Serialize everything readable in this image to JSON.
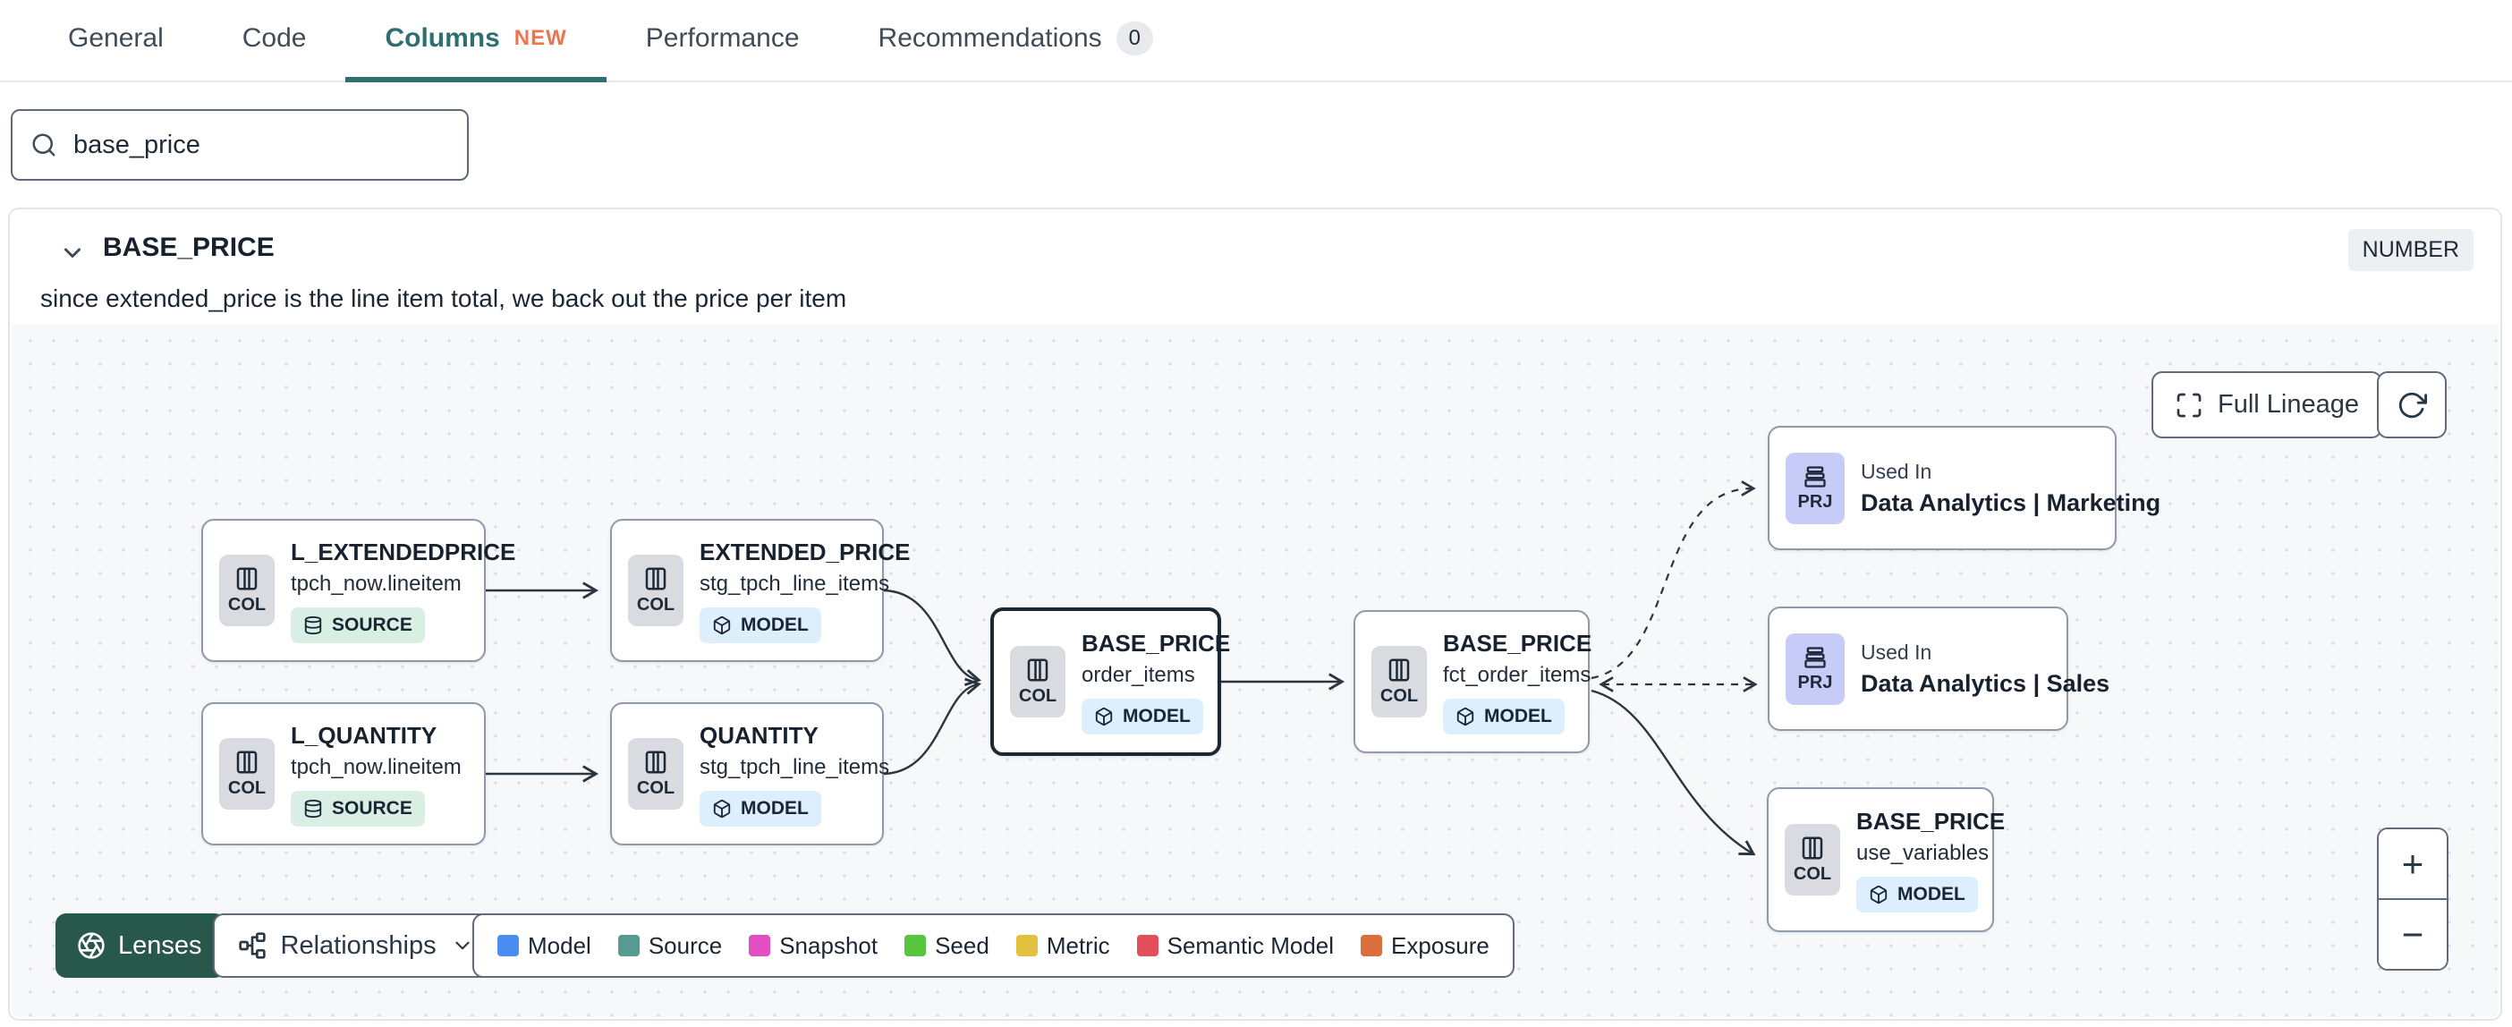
{
  "tabs": {
    "items": [
      {
        "label": "General"
      },
      {
        "label": "Code"
      },
      {
        "label": "Columns",
        "badge": "NEW"
      },
      {
        "label": "Performance"
      },
      {
        "label": "Recommendations",
        "count": "0"
      }
    ]
  },
  "search": {
    "value": "base_price"
  },
  "column": {
    "name": "BASE_PRICE",
    "data_type": "NUMBER",
    "description": "since extended_price is the line item total, we back out the price per item"
  },
  "lineage": {
    "full_lineage_label": "Full Lineage",
    "zoom_in_label": "+",
    "zoom_out_label": "−",
    "lenses_label": "Lenses",
    "relationships_label": "Relationships",
    "legend": [
      {
        "label": "Model",
        "color": "#4a8df0"
      },
      {
        "label": "Source",
        "color": "#579a90"
      },
      {
        "label": "Snapshot",
        "color": "#e44ec4"
      },
      {
        "label": "Seed",
        "color": "#56c63e"
      },
      {
        "label": "Metric",
        "color": "#e2c23d"
      },
      {
        "label": "Semantic Model",
        "color": "#e4505a"
      },
      {
        "label": "Exposure",
        "color": "#dc6e3e"
      }
    ],
    "nodes": [
      {
        "title": "L_EXTENDEDPRICE",
        "subtitle": "tpch_now.lineitem",
        "chip": "COL",
        "badge": "SOURCE"
      },
      {
        "title": "EXTENDED_PRICE",
        "subtitle": "stg_tpch_line_items",
        "chip": "COL",
        "badge": "MODEL"
      },
      {
        "title": "L_QUANTITY",
        "subtitle": "tpch_now.lineitem",
        "chip": "COL",
        "badge": "SOURCE"
      },
      {
        "title": "QUANTITY",
        "subtitle": "stg_tpch_line_items",
        "chip": "COL",
        "badge": "MODEL"
      },
      {
        "title": "BASE_PRICE",
        "subtitle": "order_items",
        "chip": "COL",
        "badge": "MODEL"
      },
      {
        "title": "BASE_PRICE",
        "subtitle": "fct_order_items",
        "chip": "COL",
        "badge": "MODEL"
      },
      {
        "title": "BASE_PRICE",
        "subtitle": "use_variables",
        "chip": "COL",
        "badge": "MODEL"
      }
    ],
    "exposures": [
      {
        "kicker": "Used In",
        "title": "Data Analytics | Marketing",
        "chip": "PRJ"
      },
      {
        "kicker": "Used In",
        "title": "Data Analytics | Sales",
        "chip": "PRJ"
      }
    ]
  }
}
